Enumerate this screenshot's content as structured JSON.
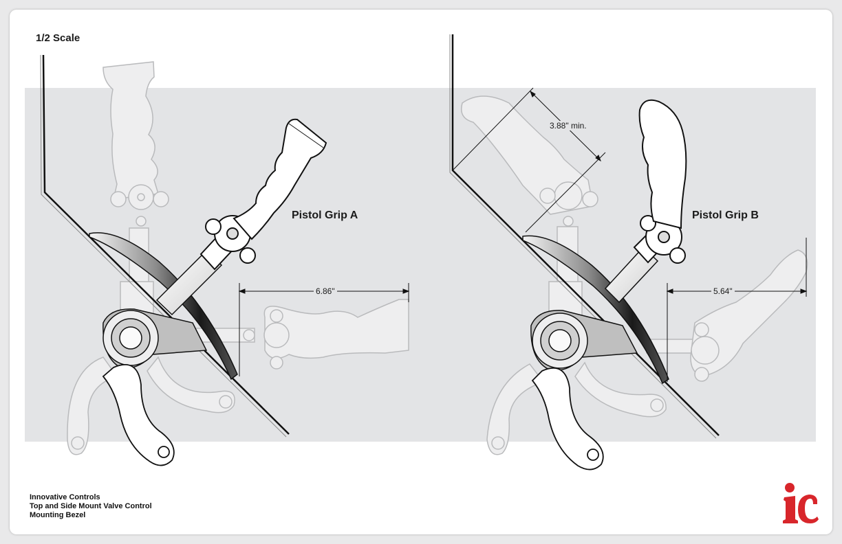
{
  "drawing": {
    "scale_label": "1/2 Scale",
    "grip_a_label": "Pistol Grip A",
    "grip_b_label": "Pistol Grip B",
    "dim_a": "6.86\"",
    "dim_b": "5.64\"",
    "dim_min": "3.88\" min."
  },
  "footer": {
    "line1": "Innovative Controls",
    "line2": "Top and Side Mount Valve Control",
    "line3": "Mounting Bezel"
  },
  "logo": {
    "text": "ic",
    "color": "#d8262b"
  },
  "colors": {
    "panel": "#e3e4e6",
    "ghost_fill": "#eeeeef",
    "ghost_stroke": "#b9babc",
    "ink": "#111111"
  }
}
